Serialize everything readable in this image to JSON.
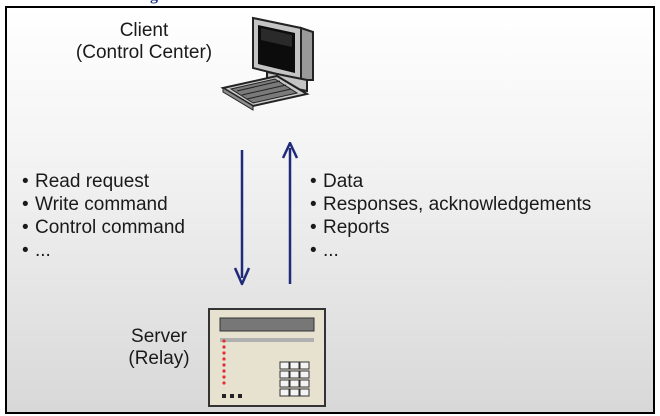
{
  "top_title_fragment": "g",
  "client": {
    "line1": "Client",
    "line2": "(Control Center)"
  },
  "server": {
    "line1": "Server",
    "line2": "(Relay)"
  },
  "requests": [
    "Read request",
    "Write command",
    "Control command",
    "..."
  ],
  "responses": [
    "Data",
    "Responses, acknowledgements",
    "Reports",
    "..."
  ],
  "colors": {
    "arrow": "#1f2a7a",
    "title": "#1f3a8a"
  },
  "icons": {
    "client": "desktop-computer-icon",
    "server": "relay-device-icon"
  }
}
